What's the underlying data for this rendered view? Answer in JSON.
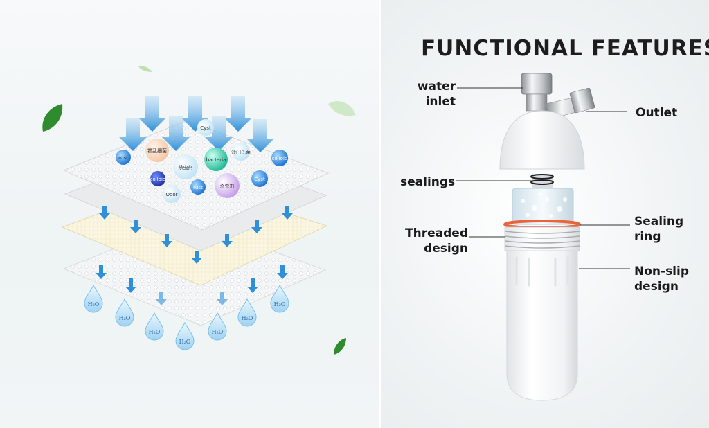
{
  "title": "FUNCTIONAL FEATURES",
  "labels": {
    "water_inlet": [
      "water",
      "inlet"
    ],
    "outlet": "Outlet",
    "sealings": "sealings",
    "threaded_design": [
      "Threaded",
      "design"
    ],
    "sealing_ring": [
      "Sealing",
      "ring"
    ],
    "non_slip_design": [
      "Non-slip",
      "design"
    ]
  },
  "particles": {
    "rust": "rust",
    "cyst": "Cyst",
    "colloid": "colloid",
    "odor": "Odor",
    "bacteria": "bacteria",
    "cholera": "霍乱细菌",
    "insecticide": "杀虫剂",
    "escherichia": "沙门氏菌"
  },
  "water_drop_label": "H₂O",
  "colors": {
    "arrow": "#2f8fd8",
    "leaf": "#2e8b2e",
    "sealing_ring": "#e8643c",
    "filter_white": "#ffffff"
  }
}
